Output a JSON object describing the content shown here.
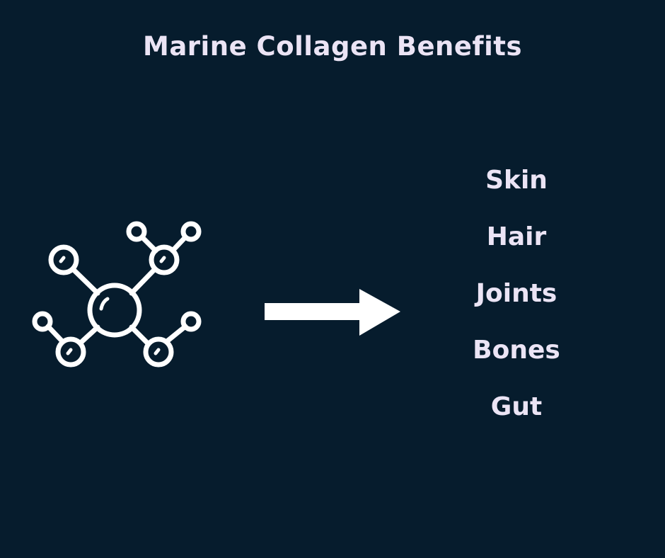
{
  "title": "Marine Collagen Benefits",
  "benefits": [
    "Skin",
    "Hair",
    "Joints",
    "Bones",
    "Gut"
  ],
  "icons": {
    "molecule": "molecule-icon",
    "arrow": "arrow-right-icon"
  },
  "colors": {
    "background": "#061c2d",
    "text": "#ebe4f5",
    "icon": "#ffffff"
  }
}
